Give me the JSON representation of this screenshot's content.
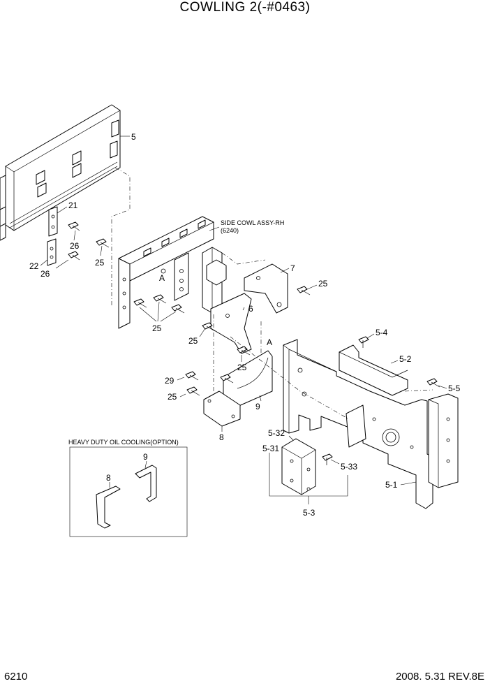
{
  "title": "COWLING 2(-#0463)",
  "page_number": "6210",
  "revision": "2008. 5.31 REV.8E",
  "notes": {
    "side_cowl_name": "SIDE COWL ASSY-RH",
    "side_cowl_ref": "(6240)",
    "option_box_title": "HEAVY DUTY OIL COOLING(OPTION)",
    "view_mark": "A"
  },
  "callouts": {
    "c5": "5",
    "c21": "21",
    "c26a": "26",
    "c26b": "26",
    "c22": "22",
    "c25a": "25",
    "c25b": "25",
    "c25c": "25",
    "c25d": "25",
    "c25e": "25",
    "c25f": "25",
    "c7": "7",
    "c6": "6",
    "c29": "29",
    "c8": "8",
    "c9": "9",
    "c5_4": "5-4",
    "c5_2": "5-2",
    "c5_5": "5-5",
    "c5_32": "5-32",
    "c5_31": "5-31",
    "c5_33": "5-33",
    "c5_1": "5-1",
    "c5_3": "5-3",
    "opt8": "8",
    "opt9": "9"
  }
}
